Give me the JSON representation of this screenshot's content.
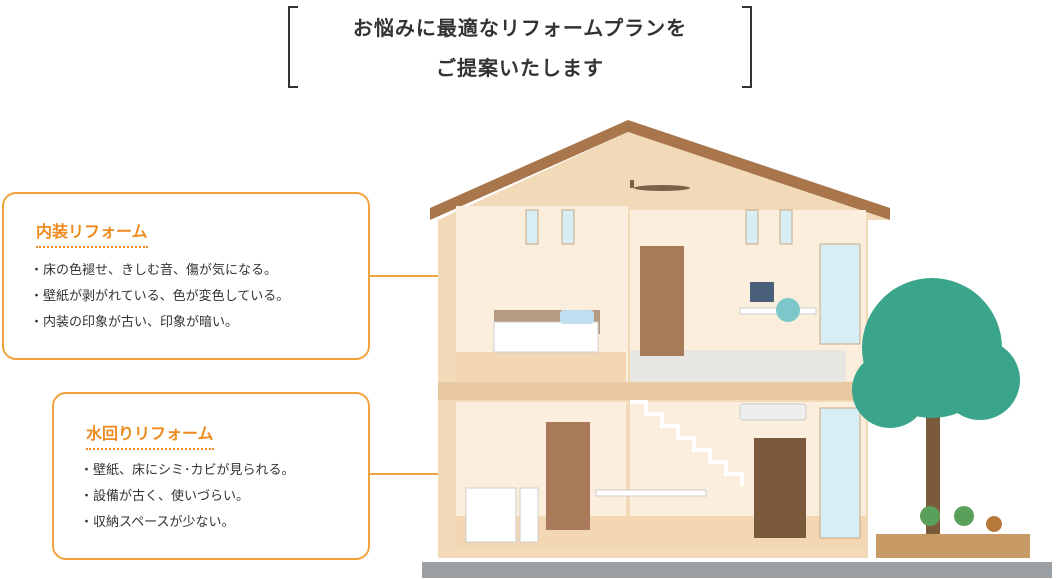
{
  "heading": {
    "line1": "お悩みに最適なリフォームプランを",
    "line2": "ご提案いたします"
  },
  "cards": [
    {
      "title": "内装リフォーム",
      "items": [
        "床の色褪せ、きしむ音、傷が気になる。",
        "壁紙が剥がれている、色が変色している。",
        "内装の印象が古い、印象が暗い。"
      ]
    },
    {
      "title": "水回りリフォーム",
      "items": [
        "壁紙、床にシミ･カビが見られる。",
        "設備が古く、使いづらい。",
        "収納スペースが少ない。"
      ]
    }
  ],
  "colors": {
    "accent": "#ee8a1e",
    "card_border": "#f0a23c",
    "roof": "#a8764a",
    "wall": "#f7e3c8",
    "interior": "#fbeedd",
    "tree": "#3aa58a",
    "ground": "#9aa0a4"
  }
}
